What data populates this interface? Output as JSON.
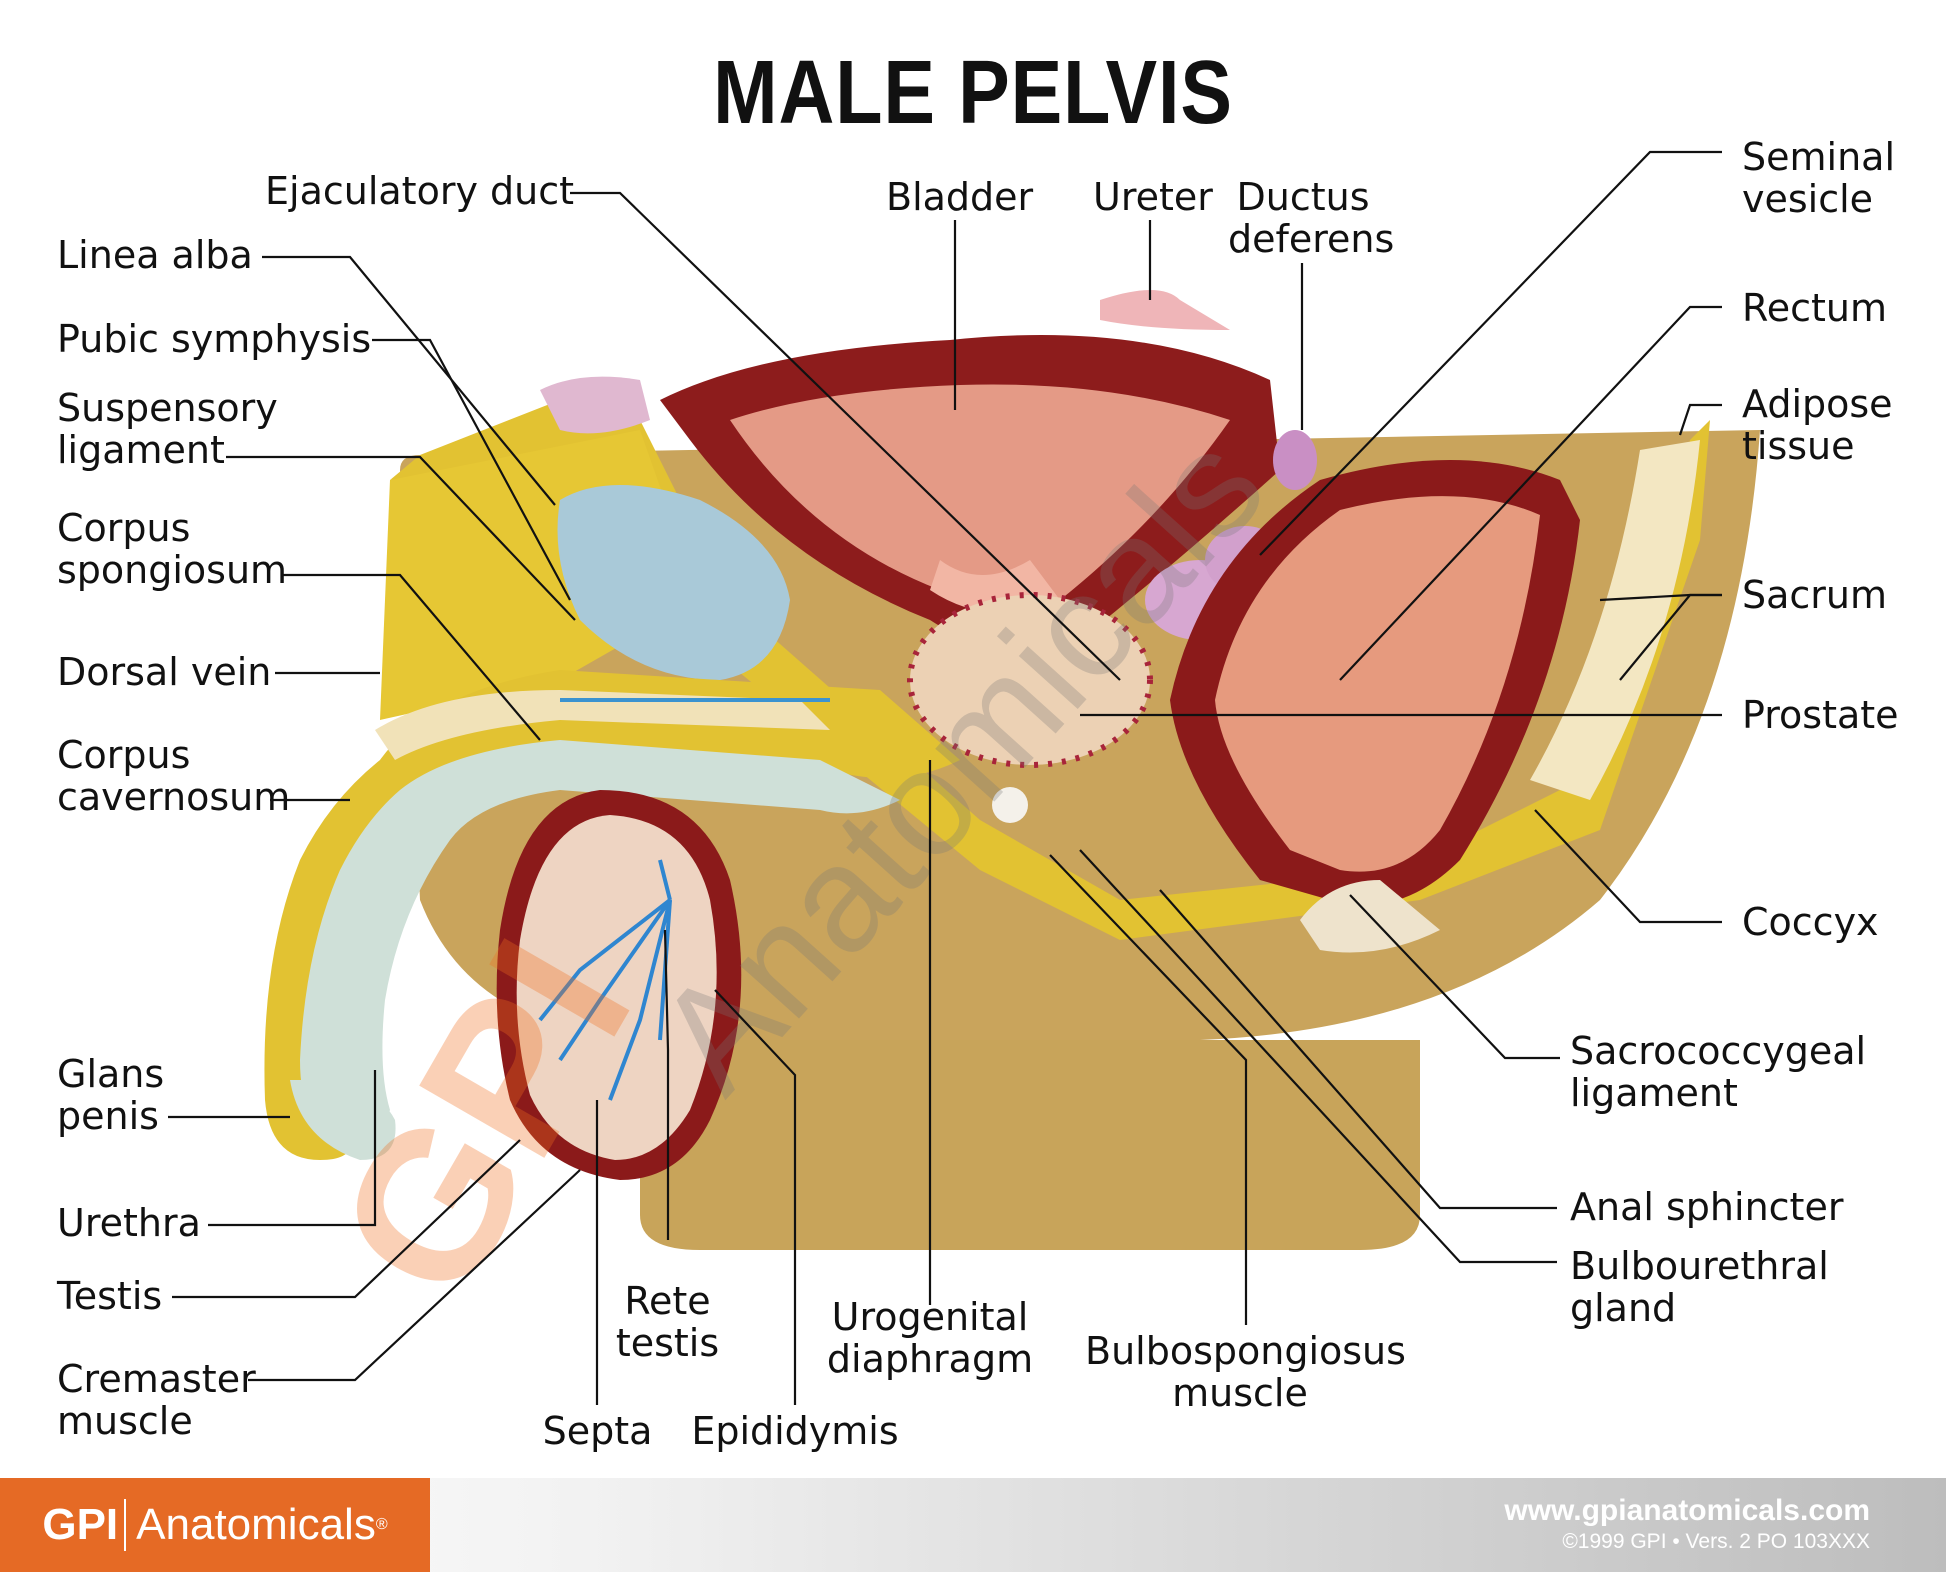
{
  "title": "MALE PELVIS",
  "labels": {
    "ejaculatory_duct": "Ejaculatory duct",
    "linea_alba": "Linea alba",
    "pubic_symphysis": "Pubic symphysis",
    "suspensory_ligament": "Suspensory\nligament",
    "corpus_spongiosum": "Corpus\nspongiosum",
    "dorsal_vein": "Dorsal vein",
    "corpus_cavernosum": "Corpus\ncavernosum",
    "glans_penis": "Glans\npenis",
    "urethra": "Urethra",
    "testis": "Testis",
    "cremaster_muscle": "Cremaster\nmuscle",
    "septa": "Septa",
    "rete_testis": "Rete\ntestis",
    "epididymis": "Epididymis",
    "urogenital_diaphragm": "Urogenital\ndiaphragm",
    "bulbospongiosus_muscle": "Bulbospongiosus\nmuscle",
    "bladder": "Bladder",
    "ureter": "Ureter",
    "ductus_deferens": "Ductus\ndeferens",
    "seminal_vesicle": "Seminal\nvesicle",
    "rectum": "Rectum",
    "adipose_tissue": "Adipose\ntissue",
    "sacrum": "Sacrum",
    "prostate": "Prostate",
    "coccyx": "Coccyx",
    "sacrococcygeal_ligament": "Sacrococcygeal\nligament",
    "anal_sphincter": "Anal sphincter",
    "bulbourethral_gland": "Bulbourethral\ngland"
  },
  "footer": {
    "brand_bold": "GPI",
    "brand_light": "Anatomicals",
    "brand_mark": "®",
    "url": "www.gpianatomicals.com",
    "copyright": "©1999 GPI • Vers. 2 PO 103XXX"
  },
  "watermark": {
    "bold": "GPI",
    "light": "Anatomicals"
  },
  "colors": {
    "brand_orange": "#e56a25",
    "fat_yellow": "#e8c62e",
    "muscle_red": "#8b1a1a",
    "base_tan": "#c8a45a"
  }
}
